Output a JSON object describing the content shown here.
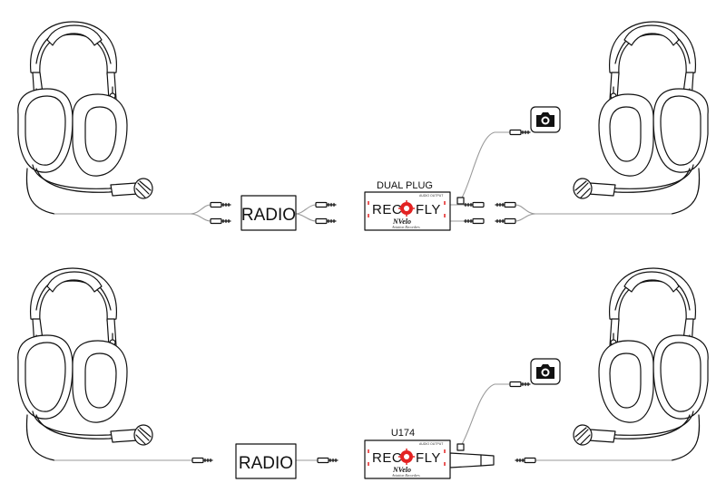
{
  "diagram": {
    "top": {
      "plug_label": "DUAL PLUG",
      "radio_label": "RADIO",
      "device": {
        "left": "REC",
        "right": "FLY",
        "port_label": "AUDIO OUTPUT",
        "brand": "NVelo",
        "brand_sub": "Aviation Recorders"
      }
    },
    "bottom": {
      "plug_label": "U174",
      "radio_label": "RADIO",
      "device": {
        "left": "REC",
        "right": "FLY",
        "port_label": "AUDIO OUTPUT",
        "brand": "NVelo",
        "brand_sub": "Aviation Recorders"
      }
    }
  },
  "colors": {
    "line": "#111111",
    "cable": "#9a9a9a",
    "accent": "#e32222"
  }
}
